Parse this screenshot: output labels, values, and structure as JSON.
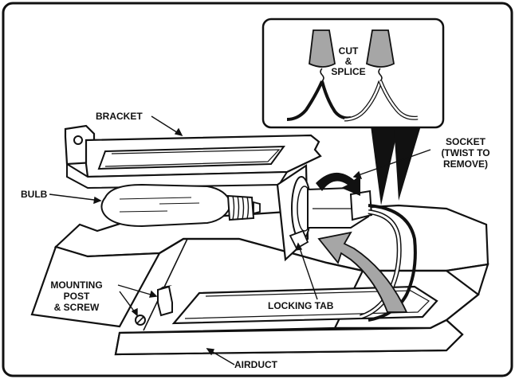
{
  "diagram": {
    "labels": {
      "cut": "CUT",
      "amp": "&",
      "splice": "SPLICE",
      "bracket": "BRACKET",
      "bulb": "BULB",
      "socket_l1": "SOCKET",
      "socket_l2": "(TWIST TO",
      "socket_l3": "REMOVE)",
      "mount_l1": "MOUNTING",
      "mount_l2": "POST",
      "mount_l3": "& SCREW",
      "locking_tab": "LOCKING TAB",
      "airduct": "AIRDUCT"
    },
    "colors": {
      "line": "#111111",
      "gray": "#a6a6a6",
      "light_gray": "#cfcfcf",
      "white": "#ffffff"
    }
  }
}
